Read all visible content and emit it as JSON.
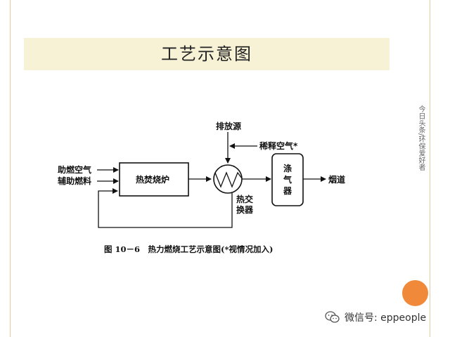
{
  "slide": {
    "title": "工艺示意图"
  },
  "diagram": {
    "labels": {
      "emission_source": "排放源",
      "dilution_air": "稀释空气*",
      "combustion_air": "助燃空气",
      "auxiliary_fuel": "辅助燃料",
      "incinerator": "热焚烧炉",
      "heat_exchanger_1": "热交",
      "heat_exchanger_2": "换器",
      "scrubber_1": "涤",
      "scrubber_2": "气",
      "scrubber_3": "器",
      "stack": "烟道"
    },
    "caption": "图 10－6　热力燃烧工艺示意图(*视情况加入)"
  },
  "watermark": {
    "side_text": "今日头条/环保爱好者",
    "wechat_text": "微信号: eppeople"
  },
  "colors": {
    "title_band": "#f7f1d6",
    "accent_circle": "#f08a3a",
    "frame_border": "#e8c9a0"
  },
  "icons": {
    "wechat": "wechat-icon"
  }
}
